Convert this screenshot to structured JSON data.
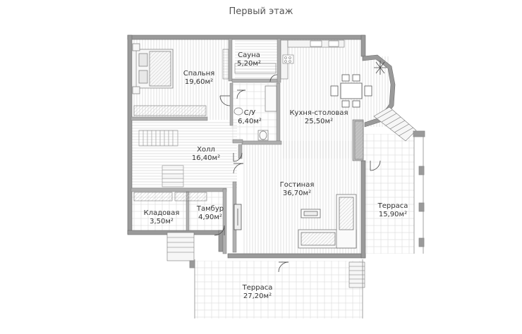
{
  "title": "Первый этаж",
  "rooms": [
    {
      "id": "bedroom",
      "name": "Спальня",
      "area": "19,60м²"
    },
    {
      "id": "sauna",
      "name": "Сауна",
      "area": "5,20м²"
    },
    {
      "id": "bathroom",
      "name": "С/У",
      "area": "6,40м²"
    },
    {
      "id": "kitchen",
      "name": "Кухня-столовая",
      "area": "25,50м²"
    },
    {
      "id": "hall",
      "name": "Холл",
      "area": "16,40м²"
    },
    {
      "id": "living",
      "name": "Гостиная",
      "area": "36,70м²"
    },
    {
      "id": "terrace-east",
      "name": "Терраса",
      "area": "15,90м²"
    },
    {
      "id": "storage",
      "name": "Кладовая",
      "area": "3,50м²"
    },
    {
      "id": "vestibule",
      "name": "Тамбур",
      "area": "4,90м²"
    },
    {
      "id": "terrace-south",
      "name": "Терраса",
      "area": "27,20м²"
    }
  ]
}
